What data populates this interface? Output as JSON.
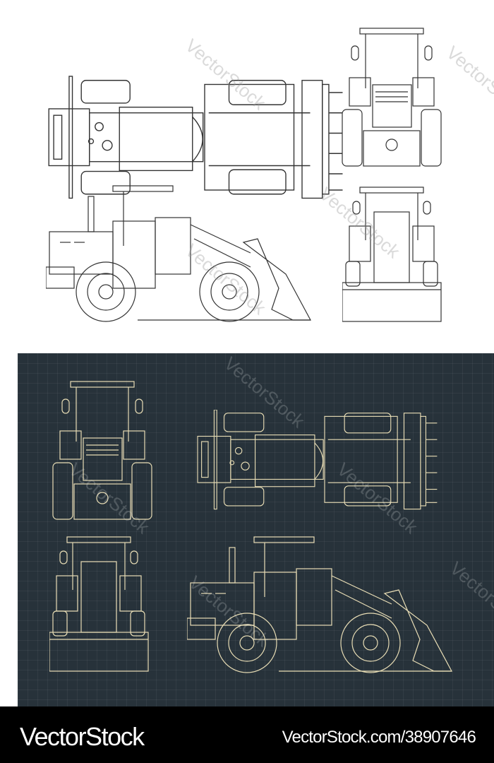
{
  "image": {
    "subject": "Wheel loader technical drawings",
    "top_panel": {
      "background": "#ffffff",
      "line_color": "#333333",
      "views": [
        "top view",
        "front view",
        "side view",
        "rear view"
      ]
    },
    "bottom_panel": {
      "background": "#27323a",
      "line_color": "#e8ddb5",
      "views": [
        "front view",
        "top view",
        "rear view",
        "side view"
      ]
    },
    "watermark": "VectorStock"
  },
  "footer": {
    "brand": "VectorStock",
    "reference": "VectorStock.com/38907646"
  }
}
